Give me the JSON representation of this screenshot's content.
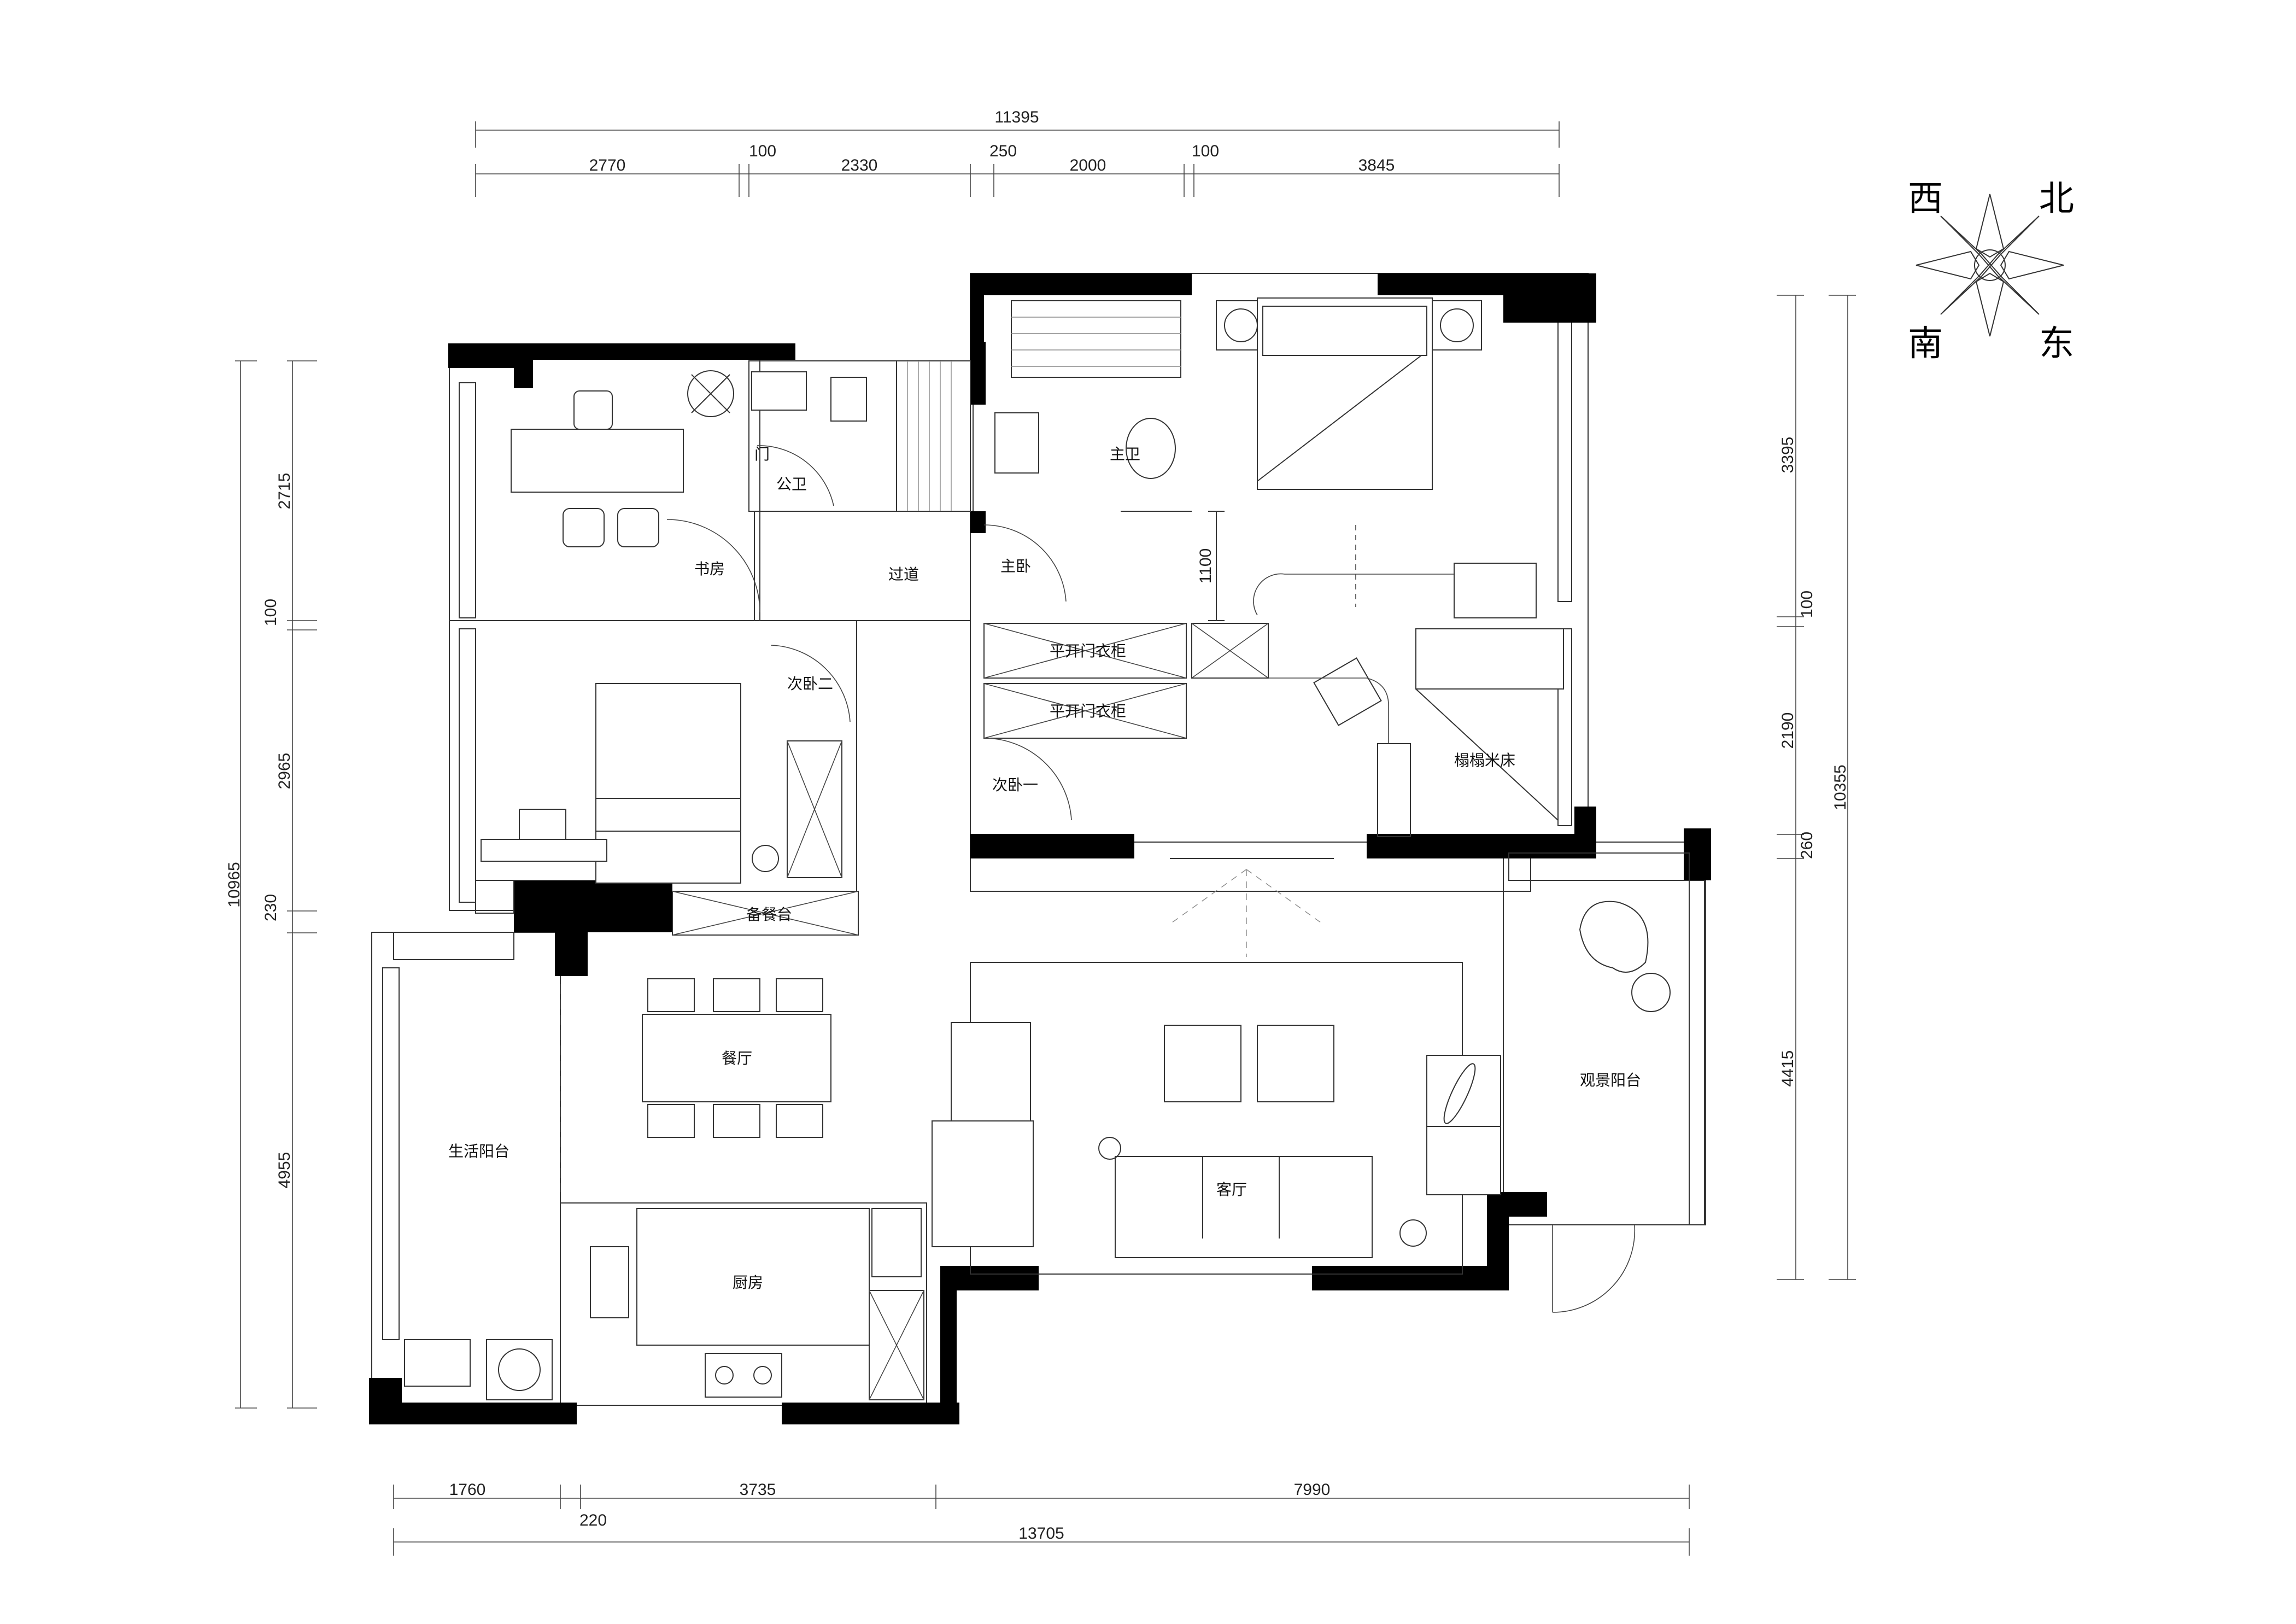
{
  "dimensions": {
    "top_total": "11395",
    "top_segments": [
      "2770",
      "100",
      "2330",
      "250",
      "2000",
      "100",
      "3845"
    ],
    "bottom_total": "13705",
    "bottom_segments": [
      "1760",
      "220",
      "3735",
      "7990"
    ],
    "left_total": "10965",
    "left_segments": [
      "2715",
      "100",
      "2965",
      "230",
      "4955"
    ],
    "right_total": "10355",
    "right_segments": [
      "3395",
      "100",
      "2190",
      "260",
      "4415"
    ],
    "corridor_width": "1100"
  },
  "rooms": {
    "study": "书房",
    "public_bath": "公卫",
    "public_bath_door": "门",
    "corridor": "过道",
    "master_bath": "主卫",
    "master_bedroom": "主卧",
    "wardrobe_1": "平开门衣柜",
    "wardrobe_2": "平开门衣柜",
    "second_bedroom_2": "次卧二",
    "second_bedroom_1": "次卧一",
    "tatami": "榻榻米床",
    "pantry": "备餐台",
    "dining": "餐厅",
    "living": "客厅",
    "utility_balcony": "生活阳台",
    "view_balcony": "观景阳台",
    "kitchen": "厨房"
  },
  "compass": {
    "west": "西",
    "north": "北",
    "south": "南",
    "east": "东"
  }
}
